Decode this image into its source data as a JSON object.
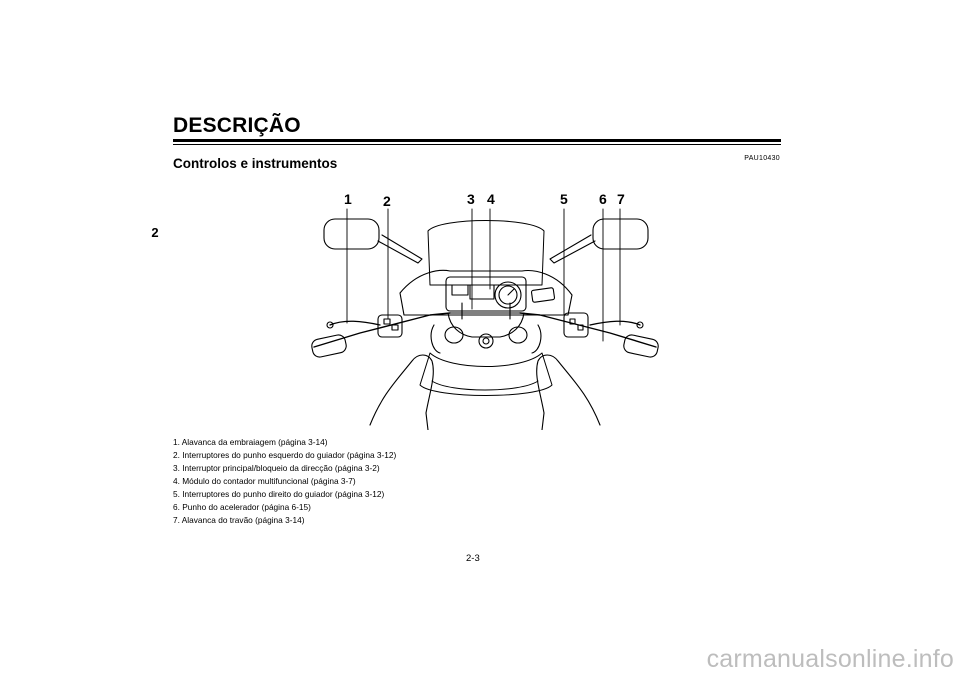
{
  "header": {
    "section_title": "DESCRIÇÃO",
    "chapter_number": "2"
  },
  "doc_code": "PAU10430",
  "subtitle": "Controlos e instrumentos",
  "figure": {
    "callouts": [
      "1",
      "2",
      "3",
      "4",
      "5",
      "6",
      "7"
    ]
  },
  "legend": [
    "1.  Alavanca da embraiagem (página 3-14)",
    "2.  Interruptores do punho esquerdo do guiador (página 3-12)",
    "3.  Interruptor principal/bloqueio da direcção (página 3-2)",
    "4.  Módulo do contador multifuncional (página 3-7)",
    "5.  Interruptores do punho direito do guiador (página 3-12)",
    "6.  Punho do acelerador (página 6-15)",
    "7.  Alavanca do travão (página 3-14)"
  ],
  "page_number": "2-3",
  "watermark": "carmanualsonline.info"
}
